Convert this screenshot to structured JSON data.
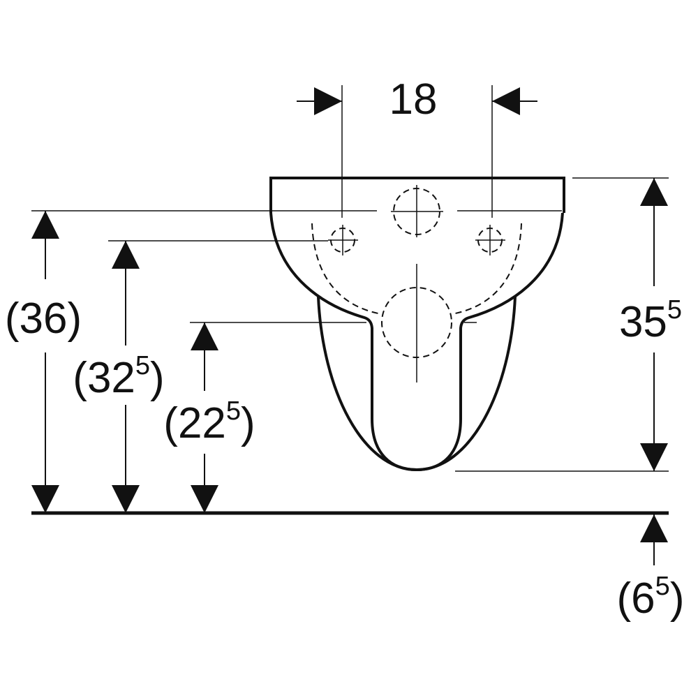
{
  "diagram": {
    "title": "Wall-hung washbasin with half pedestal – dimensions",
    "ink_color": "#111111",
    "labels": {
      "hole_spacing": {
        "main": "18",
        "sup": ""
      },
      "rim_height": {
        "main": "(36",
        "sup": "",
        "close": ")"
      },
      "tap_hole_height": {
        "main": "(32",
        "sup": "5",
        "close": ")"
      },
      "waste_height": {
        "main": "(22",
        "sup": "5",
        "close": ")"
      },
      "basin_depth": {
        "main": "35",
        "sup": "5",
        "close": ""
      },
      "floor_offset": {
        "main": "(6",
        "sup": "5",
        "close": ")"
      }
    }
  }
}
